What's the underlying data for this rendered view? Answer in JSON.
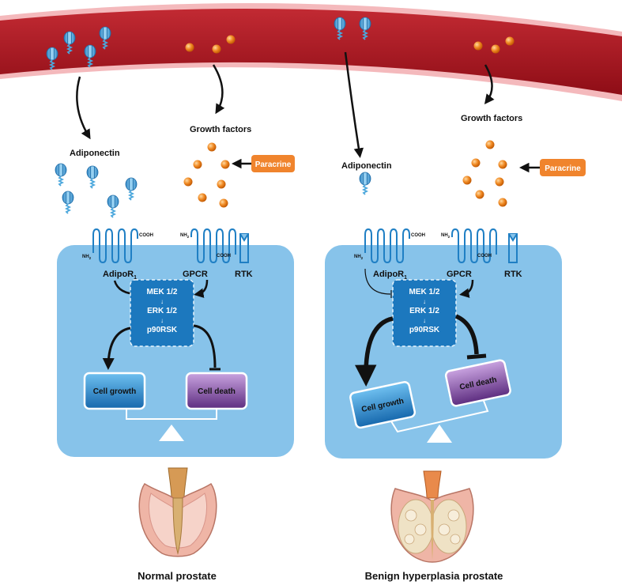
{
  "panels": [
    {
      "adiponectin_label": "Adiponectin",
      "growth_factors_label": "Growth factors",
      "paracrine_label": "Paracrine",
      "receptor_adipo_label": "AdipoR",
      "receptor_adipo_subscript": "1",
      "receptor_gpcr_label": "GPCR",
      "receptor_rtk_label": "RTK",
      "nh2_label": "NH",
      "nh2_subscript": "2",
      "cooh_label": "COOH",
      "cascade": [
        "MEK 1/2",
        "ERK 1/2",
        "p90RSK"
      ],
      "cascade_arrow": "↓",
      "cell_growth_label": "Cell growth",
      "cell_death_label": "Cell death",
      "caption": "Normal prostate"
    },
    {
      "adiponectin_label": "Adiponectin",
      "growth_factors_label": "Growth factors",
      "paracrine_label": "Paracrine",
      "receptor_adipo_label": "AdipoR",
      "receptor_adipo_subscript": "1",
      "receptor_gpcr_label": "GPCR",
      "receptor_rtk_label": "RTK",
      "nh2_label": "NH",
      "nh2_subscript": "2",
      "cooh_label": "COOH",
      "cascade": [
        "MEK 1/2",
        "ERK 1/2",
        "p90RSK"
      ],
      "cascade_arrow": "↓",
      "cell_growth_label": "Cell growth",
      "cell_death_label": "Cell death",
      "caption": "Benign hyperplasia prostate"
    }
  ],
  "colors": {
    "blood_vessel": "#a0121c",
    "vessel_edge": "#e8878d",
    "cell_fill": "#87c3ea",
    "cascade_box": "#1c78be",
    "growth_box": "#1f86cf",
    "death_box": "#7a4599",
    "paracrine_box": "#f0842d",
    "adiponectin_icon": "#4ba7dc",
    "growth_factor_dot": "#f08a24"
  }
}
